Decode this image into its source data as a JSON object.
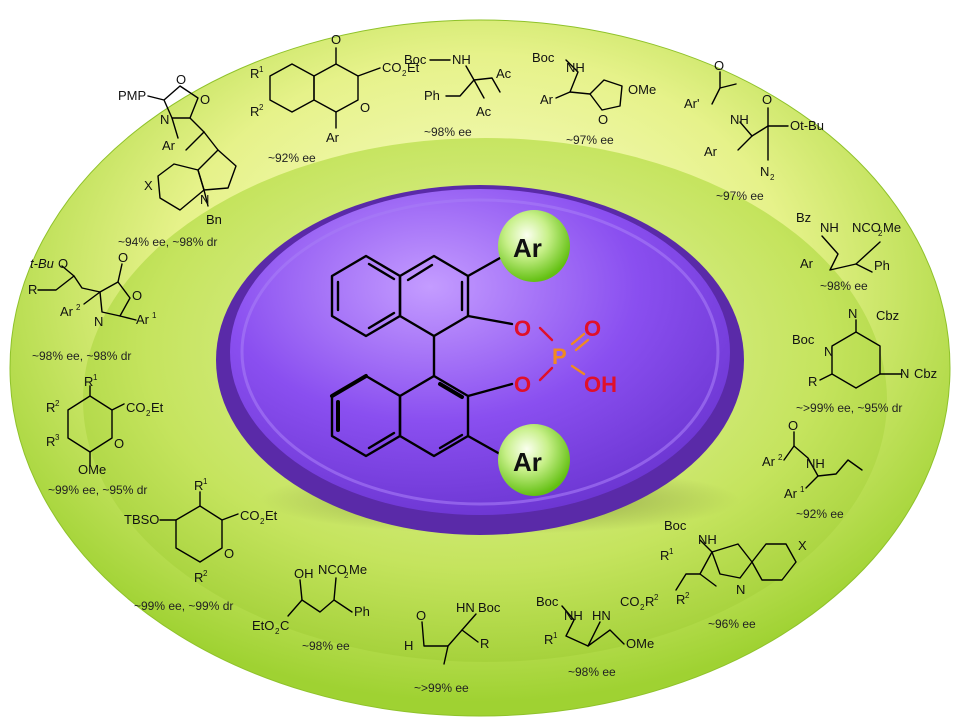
{
  "catalyst": {
    "aryl_label": "Ar",
    "o_label": "O",
    "p_label": "P",
    "oh_label": "OH"
  },
  "products": [
    {
      "id": "oxazolone-indole",
      "ee": "~94% ee, ~98% dr",
      "labels": {
        "pmp": "PMP",
        "o1": "O",
        "o2": "O",
        "n": "N",
        "ar": "Ar",
        "x": "X",
        "n_indole": "N",
        "bn": "Bn"
      }
    },
    {
      "id": "isochromanone",
      "ee": "~92% ee",
      "labels": {
        "r1": "R",
        "r1sup": "1",
        "r2": "R",
        "r2sup": "2",
        "o_top": "O",
        "co2et": "CO",
        "co2et_sub": "2",
        "co2et_end": "Et",
        "o_ring": "O",
        "ar": "Ar"
      }
    },
    {
      "id": "boc-diketone",
      "ee": "~98% ee",
      "labels": {
        "boc": "Boc",
        "nh": "NH",
        "ph": "Ph",
        "ac1": "Ac",
        "ac2": "Ac"
      }
    },
    {
      "id": "boc-furan",
      "ee": "~97% ee",
      "labels": {
        "boc": "Boc",
        "nh": "NH",
        "ar": "Ar",
        "o": "O",
        "ome": "OMe"
      }
    },
    {
      "id": "diazo-ester",
      "ee": "~97% ee",
      "labels": {
        "o1": "O",
        "ar_prime": "Ar'",
        "nh": "NH",
        "o2": "O",
        "ar": "Ar",
        "otbu": "Ot-Bu",
        "n2": "N",
        "n2sub": "2"
      }
    },
    {
      "id": "bz-enamide",
      "ee": "~98% ee",
      "labels": {
        "bz": "Bz",
        "nh": "NH",
        "nco2me": "NCO",
        "nco2me_sub": "2",
        "nco2me_end": "Me",
        "ar": "Ar",
        "ph": "Ph"
      }
    },
    {
      "id": "piperidine",
      "ee": "~>99% ee, ~95% dr",
      "labels": {
        "boc": "Boc",
        "n": "N",
        "hn_cbz": "N",
        "cbz1": "Cbz",
        "r": "R",
        "nh_cbz": "N",
        "cbz2": "Cbz"
      }
    },
    {
      "id": "homoallyl-amide",
      "ee": "~92% ee",
      "labels": {
        "o": "O",
        "ar2": "Ar",
        "ar2sup": "2",
        "nh": "NH",
        "ar1": "Ar",
        "ar1sup": "1"
      }
    },
    {
      "id": "boc-indole",
      "ee": "~96% ee",
      "labels": {
        "boc": "Boc",
        "nh": "NH",
        "r1": "R",
        "r1sup": "1",
        "x": "X",
        "r2": "R",
        "r2sup": "2",
        "n": "N"
      }
    },
    {
      "id": "aminal",
      "ee": "~98% ee",
      "labels": {
        "boc": "Boc",
        "nh": "NH",
        "hn": "HN",
        "co2r2": "CO",
        "co2r2_sub": "2",
        "co2r2_r": "R",
        "co2r2_sup": "2",
        "r1": "R",
        "r1sup": "1",
        "ome": "OMe"
      }
    },
    {
      "id": "aldehyde",
      "ee": "~>99% ee",
      "labels": {
        "o": "O",
        "hn": "HN",
        "boc": "Boc",
        "h": "H",
        "r": "R"
      }
    },
    {
      "id": "hydroxy-ester",
      "ee": "~98% ee",
      "labels": {
        "oh": "OH",
        "nco2me": "NCO",
        "nco2me_sub": "2",
        "nco2me_end": "Me",
        "eto2c": "EtO",
        "eto2c_sub": "2",
        "eto2c_end": "C",
        "ph": "Ph"
      }
    },
    {
      "id": "dihydropyran-tbs",
      "ee": "~99% ee, ~99% dr",
      "labels": {
        "tbso": "TBSO",
        "r1": "R",
        "r1sup": "1",
        "co2et": "CO",
        "co2et_sub": "2",
        "co2et_end": "Et",
        "o": "O",
        "r2": "R",
        "r2sup": "2"
      }
    },
    {
      "id": "dihydropyran-ome",
      "ee": "~99% ee, ~95% dr",
      "labels": {
        "r2": "R",
        "r2sup": "2",
        "r1": "R",
        "r1sup": "1",
        "co2et": "CO",
        "co2et_sub": "2",
        "co2et_end": "Et",
        "r3": "R",
        "r3sup": "3",
        "o": "O",
        "ome": "OMe"
      }
    },
    {
      "id": "oxazolone-tbu",
      "ee": "~98% ee, ~98% dr",
      "labels": {
        "tbu": "t-Bu",
        "o_ether": "O",
        "r": "R",
        "o1": "O",
        "o2": "O",
        "ar2": "Ar",
        "ar2sup": "2",
        "n": "N",
        "ar1": "Ar",
        "ar1sup": "1"
      }
    }
  ],
  "colors": {
    "outer_ring_outer": "#a8d83c",
    "outer_ring_inner": "#f2f5a0",
    "middle_ring": "#c9e864",
    "disc_top": "#9a5cf0",
    "disc_side": "#5a2aa8",
    "ball_light": "#f2ffd0",
    "ball_dark": "#7ad21e",
    "oxygen": "#e0102a",
    "phosphorus": "#f08a20",
    "bond": "#000000"
  }
}
